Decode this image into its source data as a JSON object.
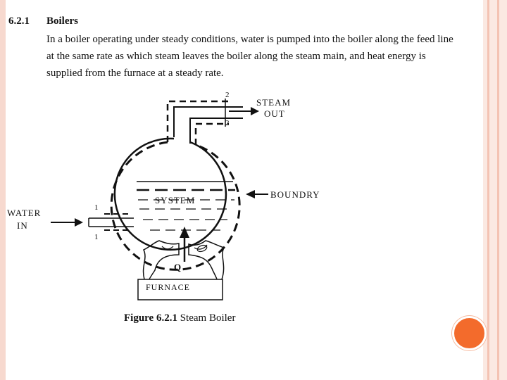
{
  "section": {
    "number": "6.2.1",
    "title": "Boilers",
    "body": "In a boiler operating under steady conditions, water is pumped into the boiler along the feed line at the same rate as which steam leaves the boiler along the steam main, and heat energy is supplied from the furnace at a steady rate."
  },
  "diagram": {
    "steam_label_1": "STEAM",
    "steam_label_2": "OUT",
    "boundary_label": "BOUNDRY",
    "system_label": "SYSTEM",
    "water_label_1": "WATER",
    "water_label_2": "IN",
    "furnace_label": "FURNACE",
    "heat_label": "Q",
    "point_2": "2",
    "point_1": "1"
  },
  "figure": {
    "number": "Figure 6.2.1",
    "title": "Steam Boiler"
  },
  "theme": {
    "accent": "#f36b2c",
    "stripe": "#f7d9cf"
  }
}
